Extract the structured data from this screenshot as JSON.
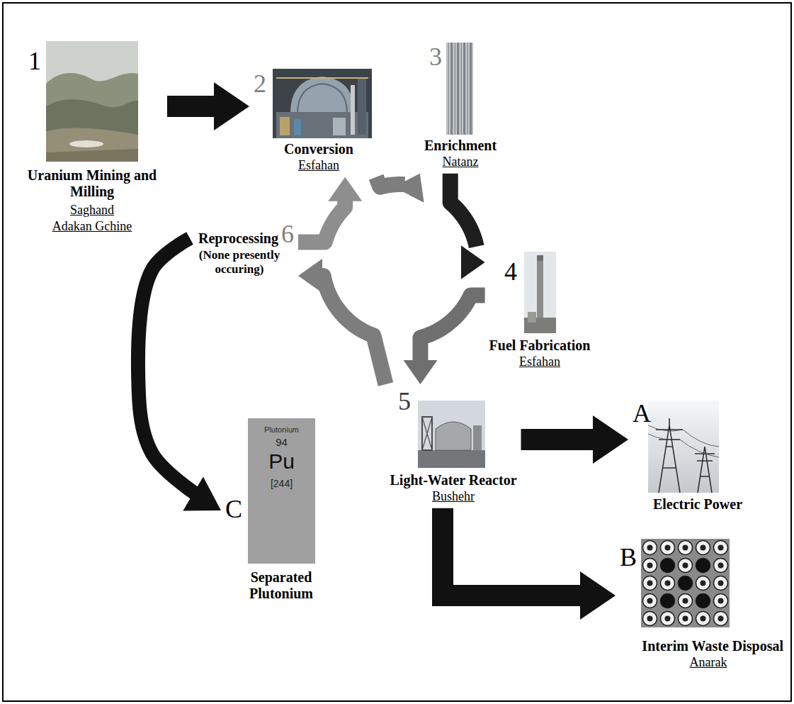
{
  "diagram": {
    "nodes": [
      {
        "text": [
          "1",
          "Uranium Mining and Milling",
          "Saghand",
          "Adakan Gchine"
        ]
      },
      {
        "text": [
          "2",
          "Conversion",
          "Esfahan"
        ]
      },
      {
        "text": [
          "3",
          "Enrichment",
          "Natanz"
        ]
      },
      {
        "text": [
          "Reprocessing",
          "6",
          "(None presently occuring)"
        ]
      },
      {
        "text": [
          "4",
          "Fuel Fabrication",
          "Esfahan"
        ]
      },
      {
        "text": [
          "5",
          "Light-Water Reactor",
          "Bushehr"
        ]
      },
      {
        "text": [
          "A",
          "Electric Power"
        ]
      },
      {
        "text": [
          "C",
          "Separated Plutonium"
        ]
      },
      {
        "text": [
          "Plutonium",
          "94",
          "Pu",
          "[244]"
        ],
        "in": 7
      },
      {
        "text": [
          "B",
          "Interim Waste Disposal",
          "Anarak"
        ]
      }
    ],
    "edges": [
      {
        "from": 0,
        "to": 1,
        "arrow": "to"
      },
      {
        "from": 1,
        "to": 2,
        "arrow": "to"
      },
      {
        "from": 2,
        "to": 4,
        "arrow": "to"
      },
      {
        "from": 4,
        "to": 5,
        "arrow": "to"
      },
      {
        "from": 5,
        "to": 3,
        "arrow": "to"
      },
      {
        "from": 3,
        "to": 1,
        "arrow": "to"
      },
      {
        "from": 5,
        "to": 6,
        "arrow": "to"
      },
      {
        "from": 5,
        "to": 9,
        "arrow": "to"
      },
      {
        "from": 3,
        "to": 7,
        "arrow": "to"
      }
    ]
  }
}
